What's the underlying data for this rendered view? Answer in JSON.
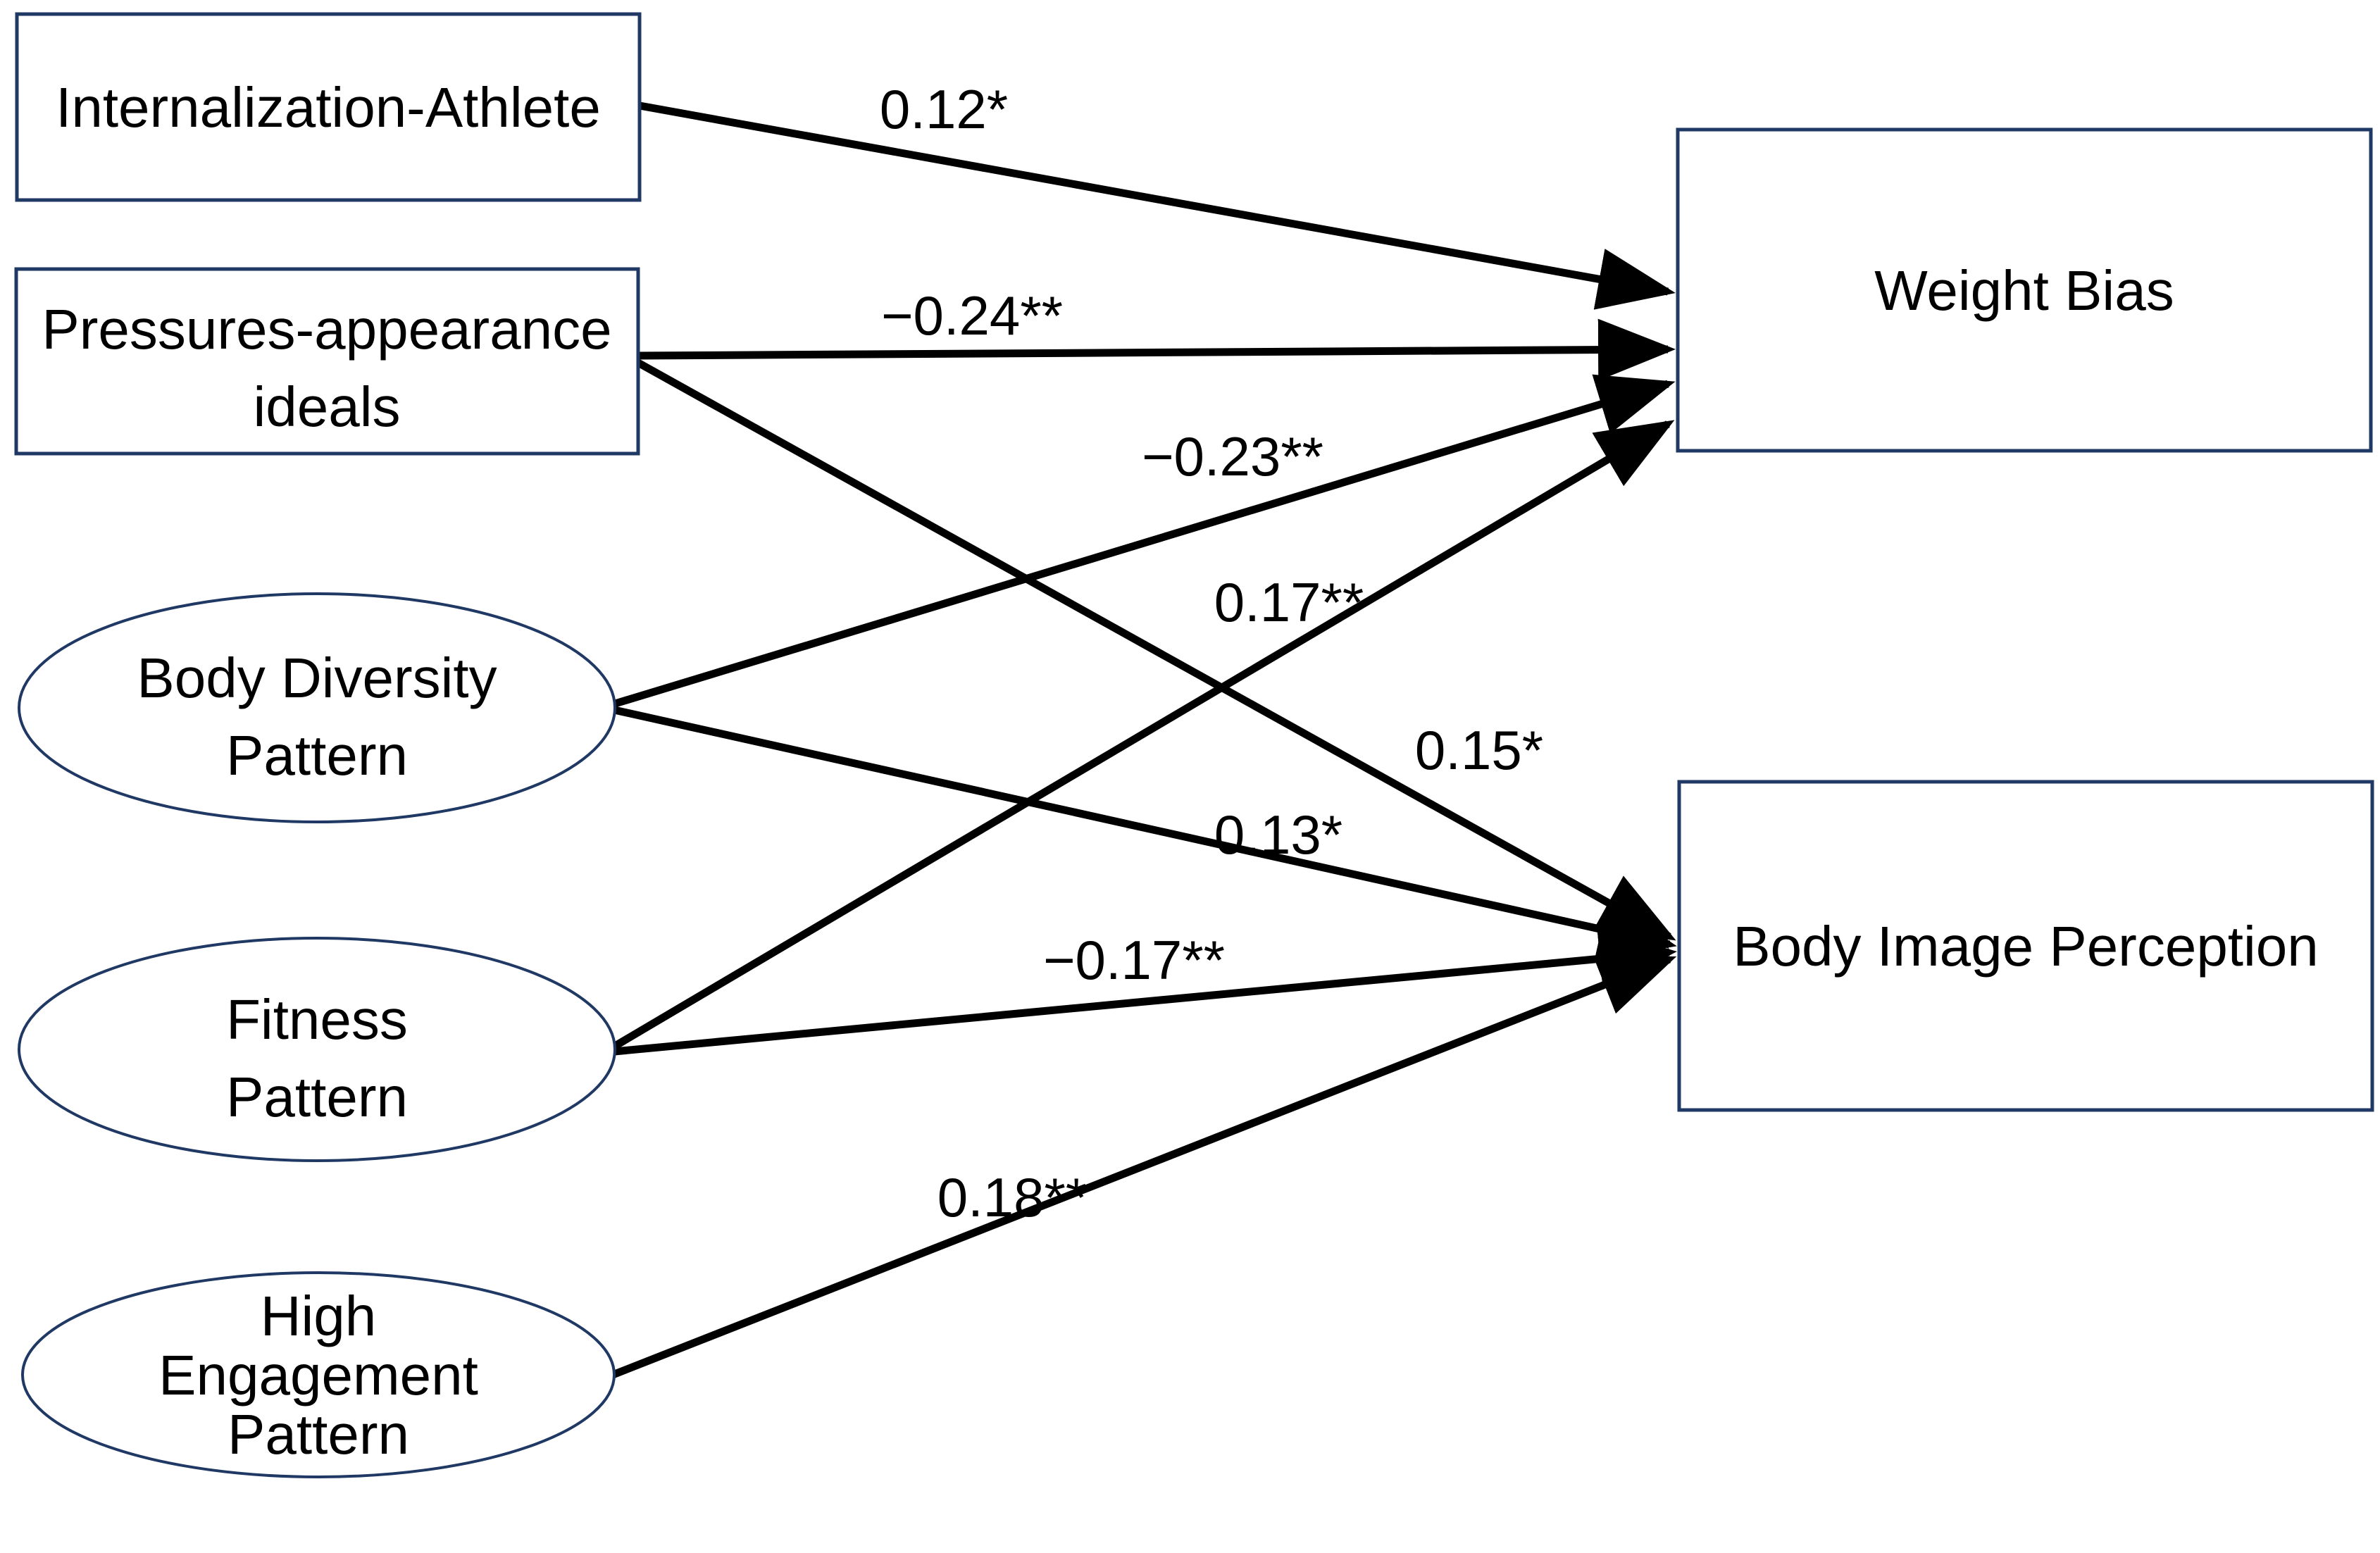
{
  "diagram": {
    "title": "Path model: social media patterns, weight bias and body image perception",
    "background_color": "#ffffff",
    "node_border_color": "#1f3864",
    "arrow_color": "#000000",
    "text_color": "#000000"
  },
  "nodes": {
    "internalization": {
      "type": "rectangle",
      "label": "Internalization-Athlete"
    },
    "pressures": {
      "type": "rectangle",
      "line1": "Pressures-appearance",
      "line2": "ideals"
    },
    "body_diversity": {
      "type": "ellipse",
      "line1": "Body Diversity",
      "line2": "Pattern"
    },
    "fitness": {
      "type": "ellipse",
      "line1": "Fitness",
      "line2": "Pattern"
    },
    "high_engagement": {
      "type": "ellipse",
      "line1": "High",
      "line2": "Engagement",
      "line3": "Pattern"
    },
    "weight_bias": {
      "type": "rectangle",
      "label": "Weight Bias"
    },
    "body_image": {
      "type": "rectangle",
      "label": "Body Image Perception"
    }
  },
  "edges": [
    {
      "from": "Internalization-Athlete",
      "to": "Weight Bias",
      "label": "0.12*"
    },
    {
      "from": "Pressures-appearance ideals",
      "to": "Weight Bias",
      "label": "−0.24**"
    },
    {
      "from": "Body Diversity Pattern",
      "to": "Weight Bias",
      "label": "−0.23**"
    },
    {
      "from": "Fitness Pattern",
      "to": "Weight Bias",
      "label": "0.17**"
    },
    {
      "from": "Pressures-appearance ideals",
      "to": "Body Image Perception",
      "label": "0.15*"
    },
    {
      "from": "Body Diversity Pattern",
      "to": "Body Image Perception",
      "label": "0.13*"
    },
    {
      "from": "Fitness Pattern",
      "to": "Body Image Perception",
      "label": "−0.17**"
    },
    {
      "from": "High Engagement Pattern",
      "to": "Body Image Perception",
      "label": "0.18**"
    }
  ]
}
